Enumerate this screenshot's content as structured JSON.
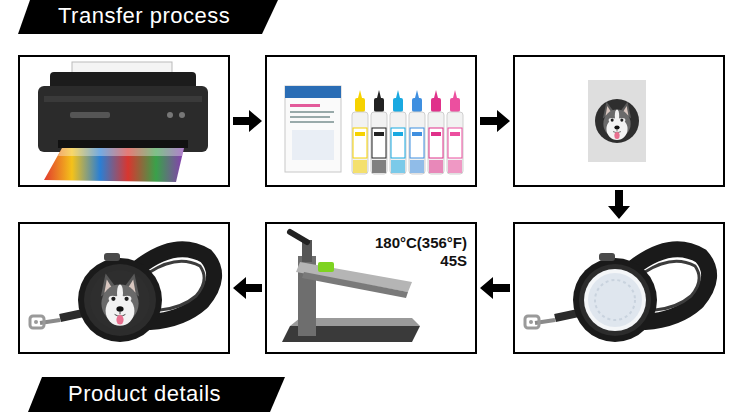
{
  "diagram": {
    "title": "Transfer process",
    "nodes": [
      {
        "text": []
      },
      {
        "text": []
      },
      {
        "text": []
      },
      {
        "text": []
      },
      {
        "text": [
          "180°C(356°F)",
          "45S"
        ]
      },
      {
        "text": []
      }
    ],
    "edges": [
      {
        "from": 0,
        "to": 1,
        "arrow": "to"
      },
      {
        "from": 1,
        "to": 2,
        "arrow": "to"
      },
      {
        "from": 2,
        "to": 5,
        "arrow": "to"
      },
      {
        "from": 5,
        "to": 4,
        "arrow": "to"
      },
      {
        "from": 4,
        "to": 3,
        "arrow": "to"
      }
    ],
    "labels": [
      "Product details"
    ]
  }
}
